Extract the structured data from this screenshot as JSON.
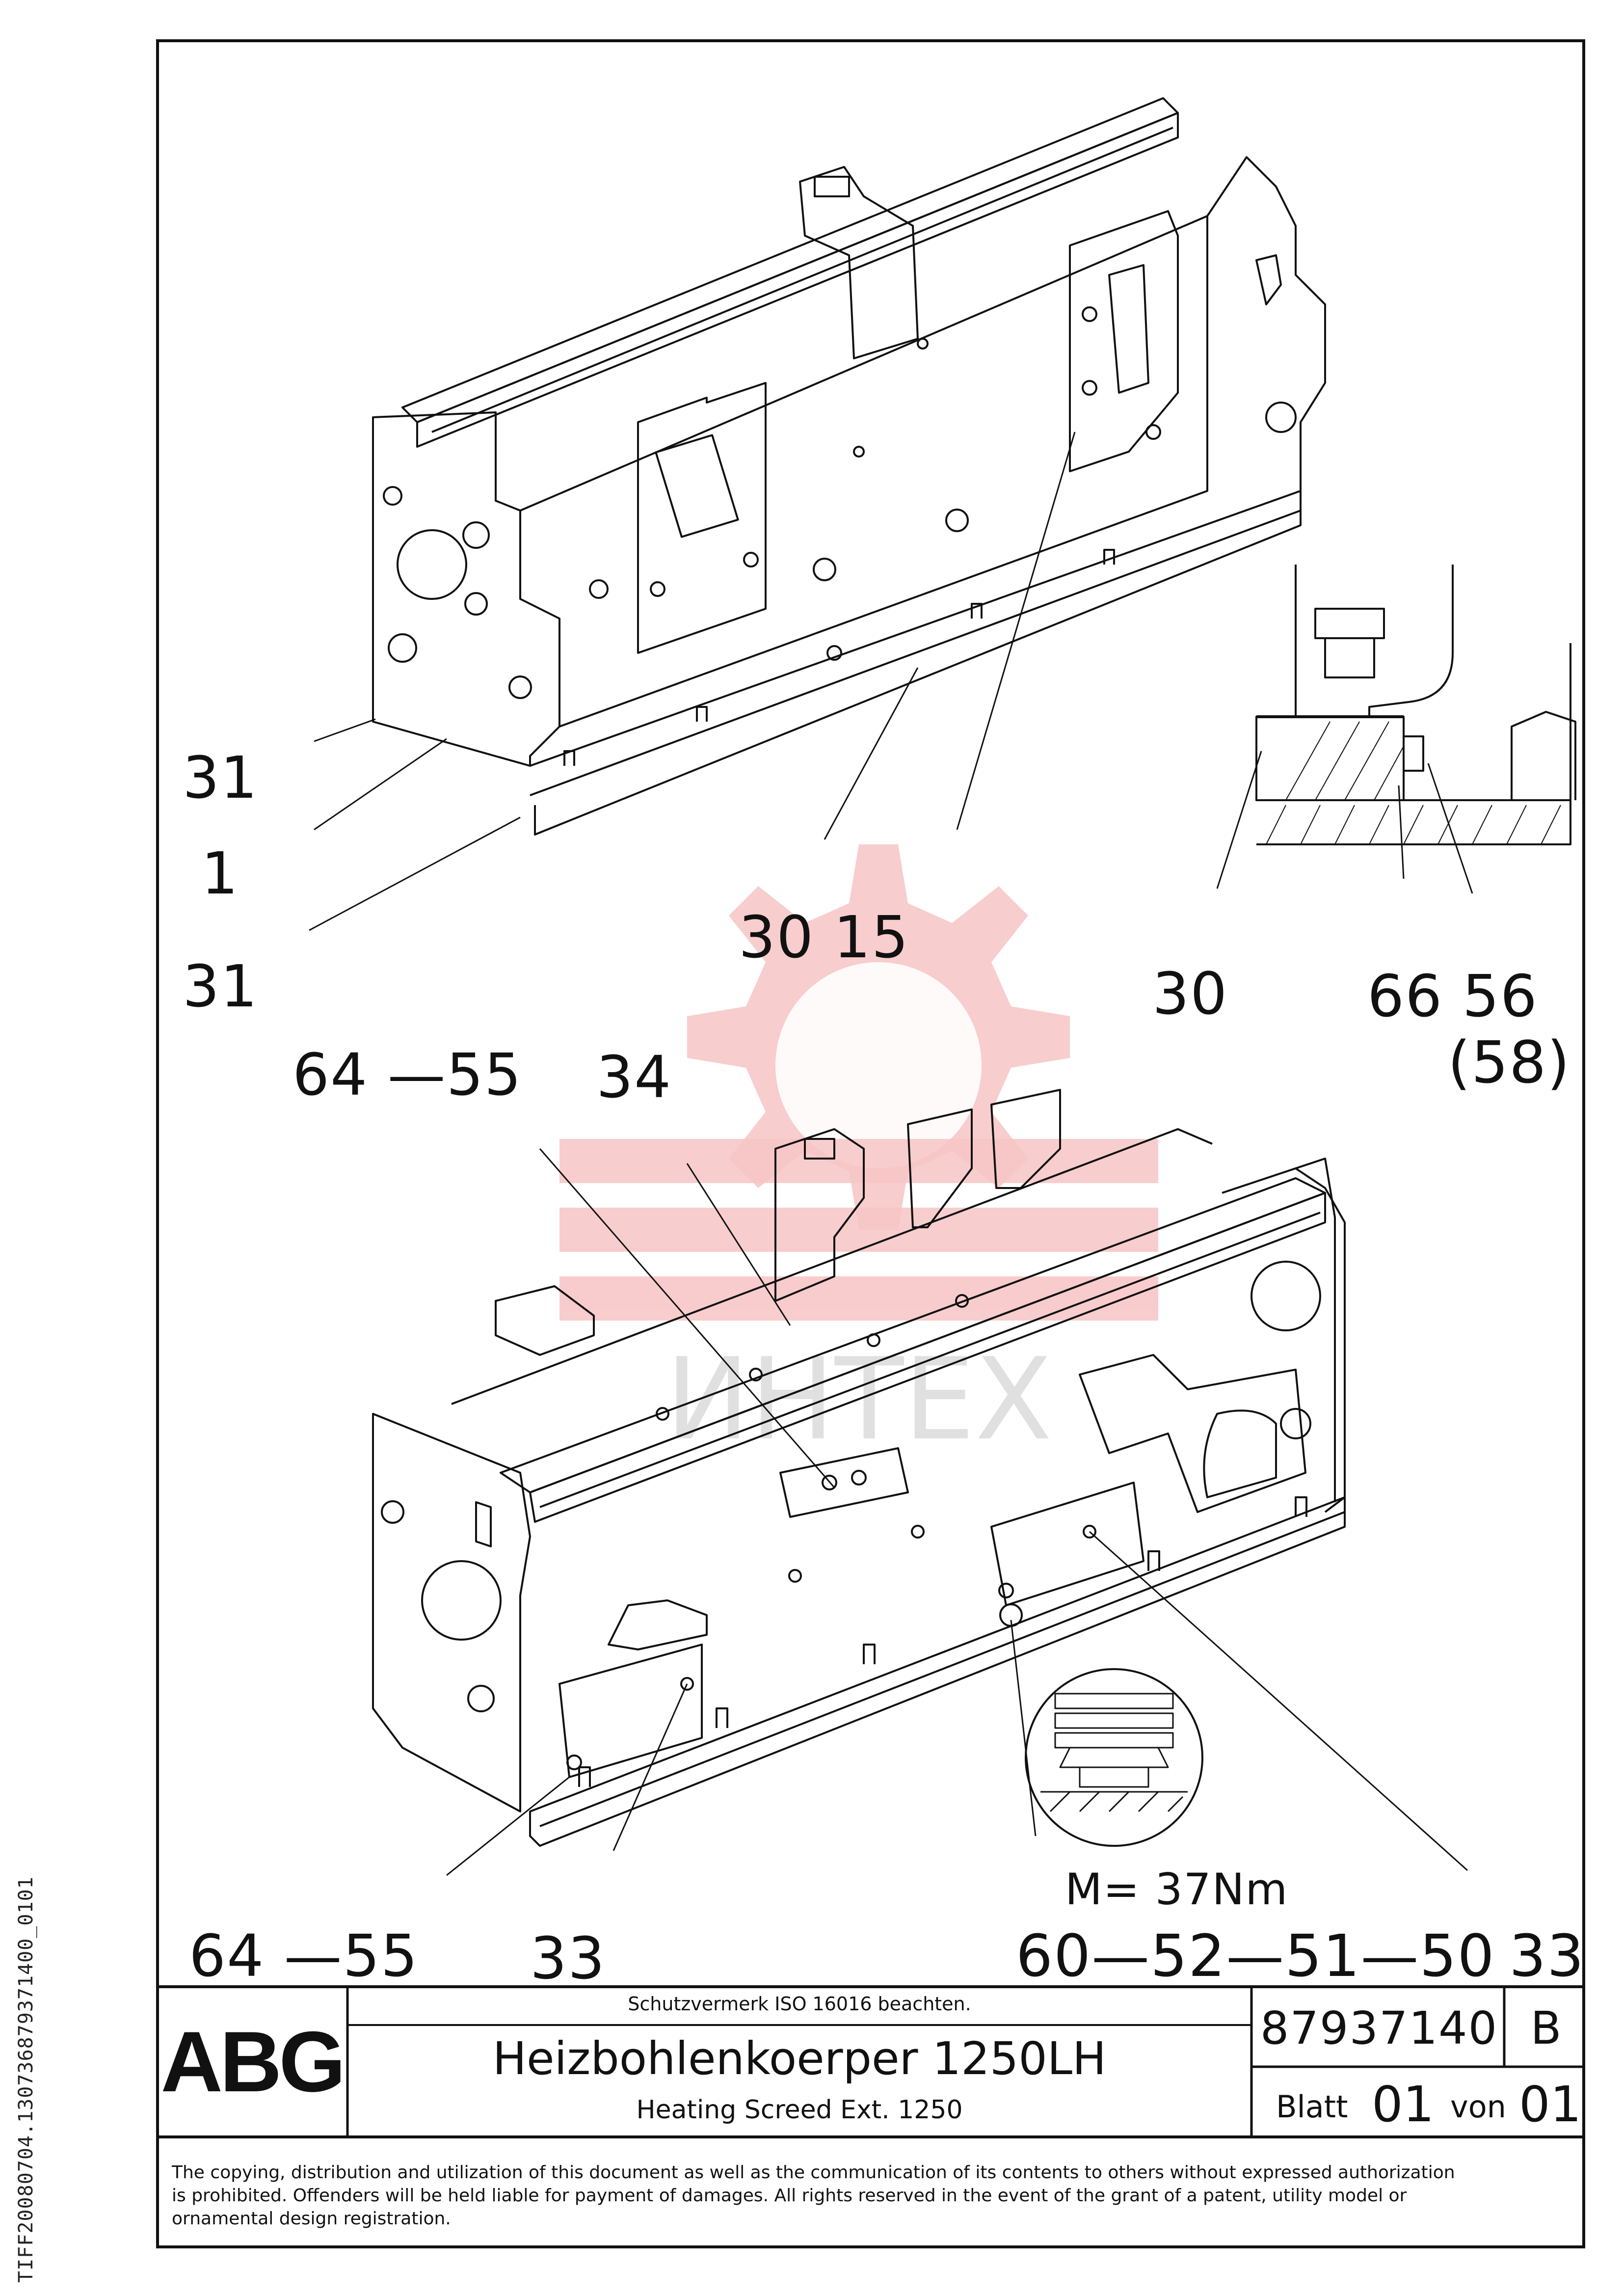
{
  "side_code": "TIFF20080704.130736879371400_0101",
  "callouts": {
    "c31_top": "31",
    "c1": "1",
    "c31_bottom": "31",
    "c30_15": "30   15",
    "c30_right": "30",
    "c66_56": "66 56",
    "c58": "(58)",
    "c64_55_top": "64 —55",
    "c34": "34",
    "torque": "M= 37Nm",
    "c64_55_bottom": "64 —55",
    "c33_left": "33",
    "c60_52_51_50": "60—52—51—50",
    "c33_right": "33"
  },
  "title_block": {
    "logo": "ABG",
    "protection_note": "Schutzvermerk ISO 16016 beachten.",
    "title_de": "Heizbohlenkoerper 1250LH",
    "title_en": "Heating Screed Ext. 1250",
    "drawing_number": "87937140",
    "revision": "B",
    "sheet_label": "Blatt",
    "sheet_number": "01",
    "of_label": "von",
    "sheet_total": "01",
    "copyright": [
      "The copying, distribution and utilization of this document as well as the communication of its contents to others without expressed authorization",
      "is prohibited. Offenders will be held liable for payment of damages. All rights reserved in the event of the grant of a patent, utility model or",
      "ornamental design registration."
    ]
  },
  "watermark_text": "ИНТЕХ"
}
